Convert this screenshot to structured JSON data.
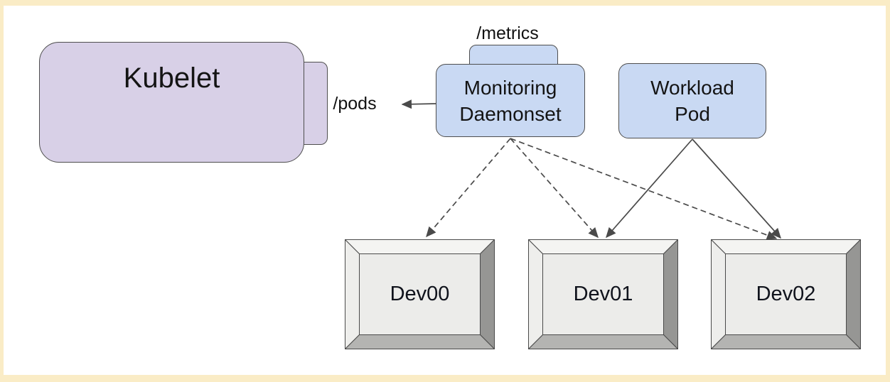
{
  "canvas": {
    "background_color": "#ffffff",
    "border_color": "#faecc6"
  },
  "nodes": {
    "kubelet": {
      "label": "Kubelet",
      "fill": "#d8d0e7",
      "endpoint_label": "/pods"
    },
    "monitoring_daemonset": {
      "label": "Monitoring\nDaemonset",
      "fill": "#c9d9f3",
      "endpoint_label": "/metrics"
    },
    "workload_pod": {
      "label": "Workload\nPod",
      "fill": "#c9d9f3"
    },
    "devices": [
      {
        "label": "Dev00"
      },
      {
        "label": "Dev01"
      },
      {
        "label": "Dev02"
      }
    ]
  },
  "edges": [
    {
      "from": "monitoring-daemonset",
      "to": "kubelet-pods-endpoint",
      "style": "solid"
    },
    {
      "from": "monitoring-daemonset",
      "to": "dev00",
      "style": "dashed"
    },
    {
      "from": "monitoring-daemonset",
      "to": "dev01",
      "style": "dashed"
    },
    {
      "from": "monitoring-daemonset",
      "to": "dev02",
      "style": "dashed"
    },
    {
      "from": "workload-pod",
      "to": "dev01",
      "style": "solid"
    },
    {
      "from": "workload-pod",
      "to": "dev02",
      "style": "solid"
    }
  ],
  "edge_color": "#4a4a4a"
}
